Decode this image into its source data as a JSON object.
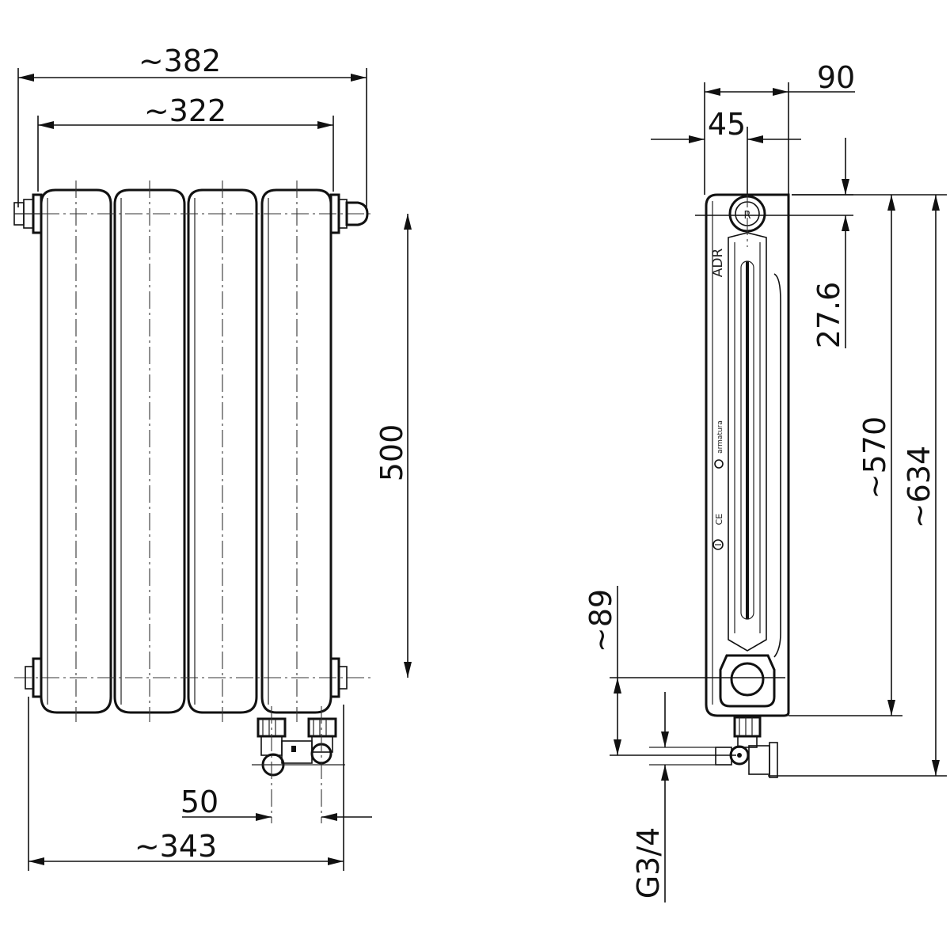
{
  "front_view": {
    "overall_width": "~382",
    "section_width": "~322",
    "axis_distance": "500",
    "connection_spacing": "50",
    "lower_width": "~343"
  },
  "side_view": {
    "depth": "90",
    "axis_depth": "45",
    "top_offset": "27.6",
    "height_body": "~570",
    "height_total": "~634",
    "bottom_offset": "~89",
    "thread": "G3/4",
    "brand_mark": "ADR",
    "maker_mark": "armatura",
    "ce_mark": "CE"
  }
}
